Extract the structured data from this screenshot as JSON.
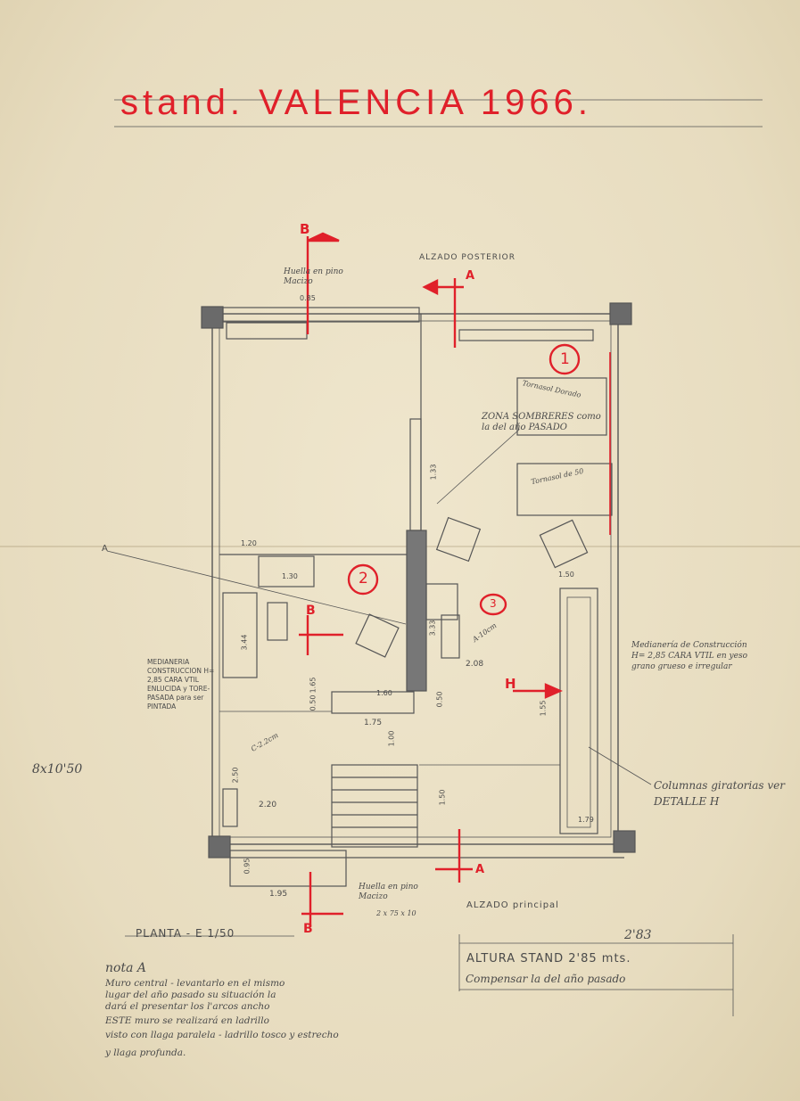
{
  "title": "stand. VALENCIA 1966.",
  "labels": {
    "rear_elevation": "ALZADO POSTERIOR",
    "main_elevation": "ALZADO principal",
    "footprint_top": "Huella en pino Macizo",
    "footprint_bottom": "Huella en pino Macizo",
    "footprint_bottom_dims": "2 x 75 x 10",
    "sunshade_zone": "ZONA SOMBRERES como la del año PASADO",
    "party_wall_left": "MEDIANERIA CONSTRUCCION H= 2,85 CARA VTIL ENLUCIDA y TORE- PASADA para ser PINTADA",
    "party_wall_right": "Medianería de Construcción H= 2,85 CARA VTIL en yeso grano grueso e irregular",
    "columns": "Columnas giratorias ver DETALLE H",
    "size": "8x10'50",
    "scale": "PLANTA - E 1/50",
    "stand_height": "ALTURA STAND 2'85 mts.",
    "stand_height_sub": "Compensar la del año pasado",
    "stand_height_value": "2'83",
    "hatched_label": "A",
    "table_1": "Tornasol Dorado",
    "table_2": "Tornasol de 50"
  },
  "section_markers": [
    "A",
    "A",
    "B",
    "B",
    "B",
    "H"
  ],
  "rooms": [
    "1",
    "2",
    "3"
  ],
  "dimensions": [
    "0.85",
    "1.20",
    "1.30",
    "1.50",
    "1.33",
    "3.33",
    "3.44",
    "2.08",
    "2.20",
    "2.50",
    "1.75",
    "1.00",
    "1.50",
    "1.65",
    "1.60",
    "1.55",
    "1.79",
    "0.50",
    "0.50",
    "1.95",
    "0.95",
    "A-10cm",
    "C-2.2cm"
  ],
  "note": {
    "heading": "nota A",
    "lines": [
      "Muro central - levantarlo en el mismo",
      "lugar del año pasado su situación la",
      "dará el presentar los l'arcos ancho",
      "ESTE muro se realizará en ladrillo",
      "visto con llaga paralela - ladrillo tosco y estrecho",
      "y llaga profunda."
    ]
  },
  "colors": {
    "red_ink": "#e0202a",
    "pencil": "#4a4a4a",
    "paper": "#e9dfc3"
  }
}
